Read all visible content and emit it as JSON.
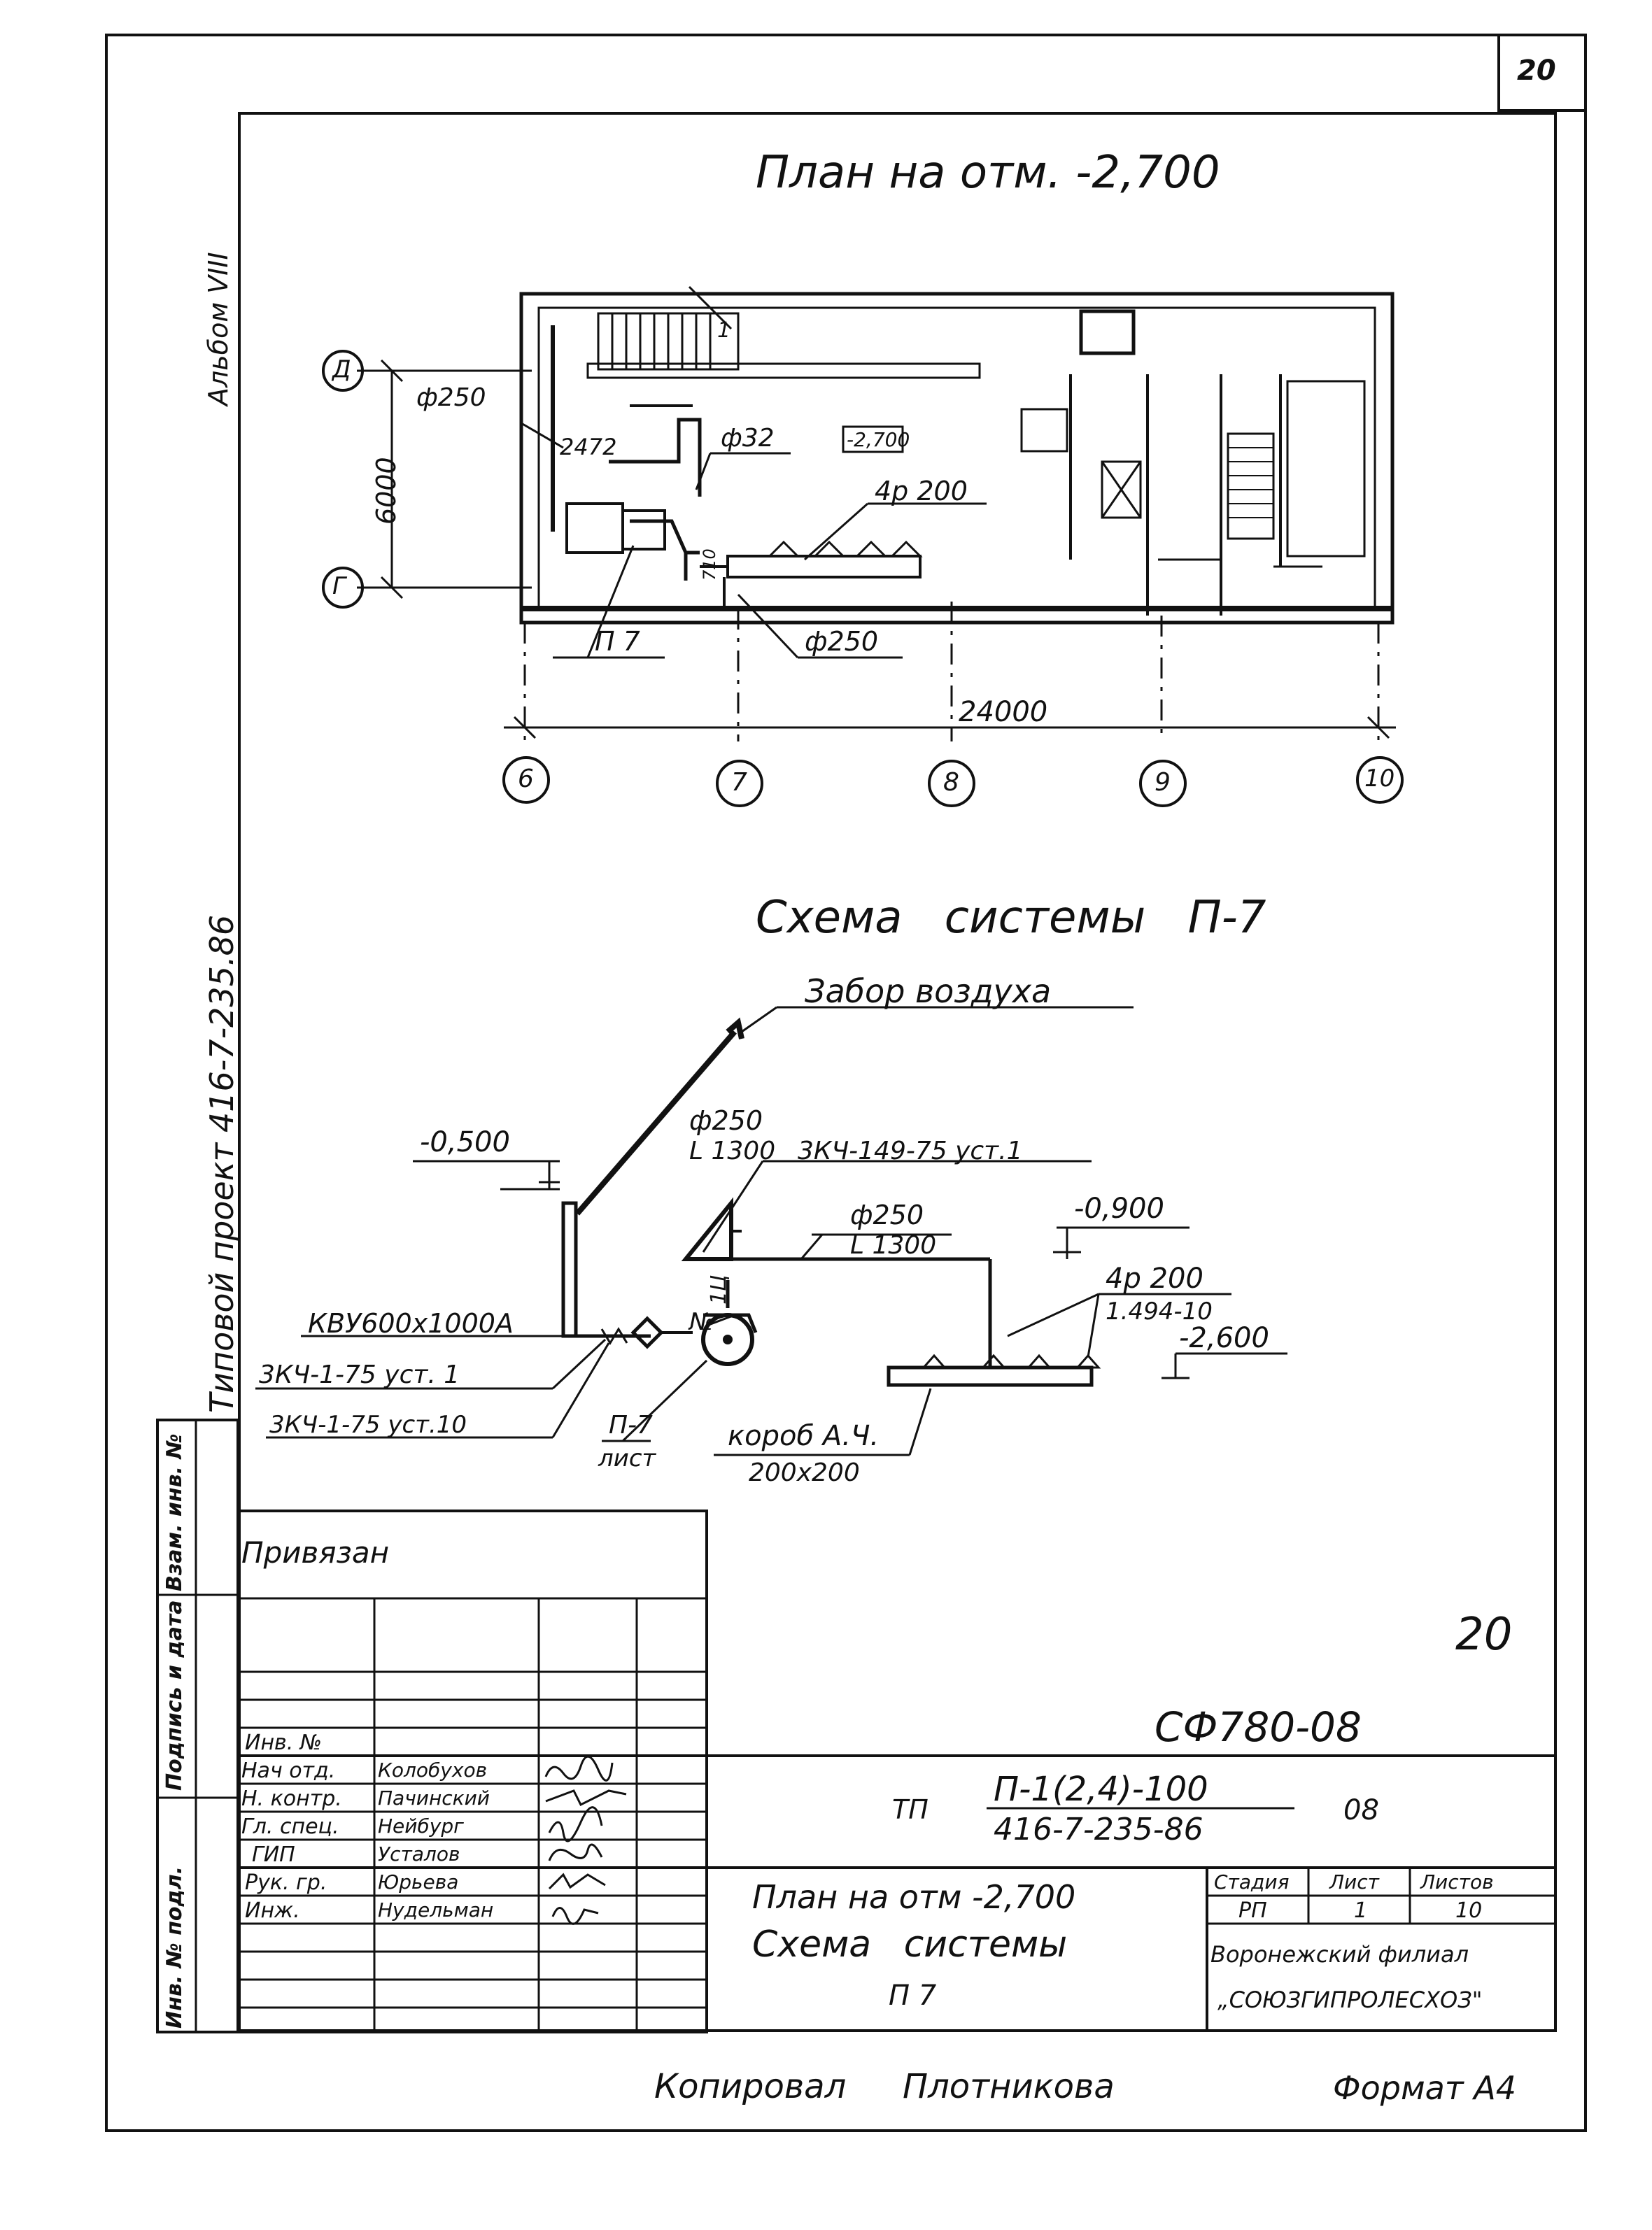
{
  "sheet_number": "20",
  "album_label": "Альбом VIII",
  "project_label": "Типовой проект 416-7-235.86",
  "plan": {
    "title": "План на отм. -2,700",
    "axes_letters": [
      "Д",
      "Г"
    ],
    "axes_numbers": [
      "6",
      "7",
      "8",
      "9",
      "10"
    ],
    "dim_vertical": "6000",
    "dim_horizontal": "24000",
    "labels": {
      "d250_top": "ф250",
      "dim_2472": "2472",
      "d32": "ф32",
      "elevation": "-2,700",
      "grilles": "4р 200",
      "d250_bottom": "ф250",
      "p7": "П 7",
      "leader_1": "1",
      "r710": "710"
    }
  },
  "scheme": {
    "title": "Схема системы П-7",
    "air_intake": "Забор воздуха",
    "elev_0500": "-0,500",
    "pipe1_d": "ф250",
    "pipe1_len": "L 1300",
    "valve_top": "3КЧ-149-75 уст.1",
    "pipe2_d": "ф250",
    "pipe2_len": "L 1300",
    "elev_0900": "-0,900",
    "grilles": "4р 200",
    "grilles_ref": "1.494-10",
    "elev_2600": "-2,600",
    "kvu": "КВУ600х1000А",
    "valve_a": "3КЧ-1-75 уст. 1",
    "valve_b": "3КЧ-1-75 уст.10",
    "fan_ref": "П-7",
    "fan_ref2": "лист",
    "fan_no": "№",
    "box": "короб А.Ч.",
    "box_size": "200х200",
    "fan_vertical": "1Ц"
  },
  "stamp": {
    "privyazan": "Привязан",
    "inv_no": "Инв. №",
    "left_strip": [
      "Инв. № подл.",
      "Подпись и дата",
      "Взам. инв. №"
    ],
    "roles": [
      "Нач отд.",
      "Н. контр.",
      "Гл. спец.",
      "ГИП",
      "Рук. гр.",
      "Инж."
    ],
    "names": [
      "Колобухов",
      "Пачинский",
      "Нейбург",
      "Усталов",
      "Юрьева",
      "Нудельман"
    ],
    "signatures": [
      "Колоб",
      "Пач",
      "Нейб",
      "Уст",
      "Юр",
      "Нуд"
    ],
    "doc_code": "СФ780-08",
    "tp_label": "ТП",
    "tp_num_top": "П-1(2,4)-100",
    "tp_num_bottom": "416-7-235-86",
    "tp_suffix": "08",
    "title_line1": "План на отм -2,700",
    "title_line2": "Схема системы",
    "title_line3": "П 7",
    "stage_header": "Стадия",
    "sheet_header": "Лист",
    "sheets_header": "Листов",
    "stage_value": "РП",
    "sheet_value": "1",
    "sheets_value": "10",
    "org_line1": "Воронежский филиал",
    "org_line2": "„СОЮЗГИПРОЛЕСХОЗ\"",
    "big_number": "20"
  },
  "footer": {
    "copied": "Копировал",
    "copied_name": "Плотникова",
    "format": "Формат А4"
  }
}
